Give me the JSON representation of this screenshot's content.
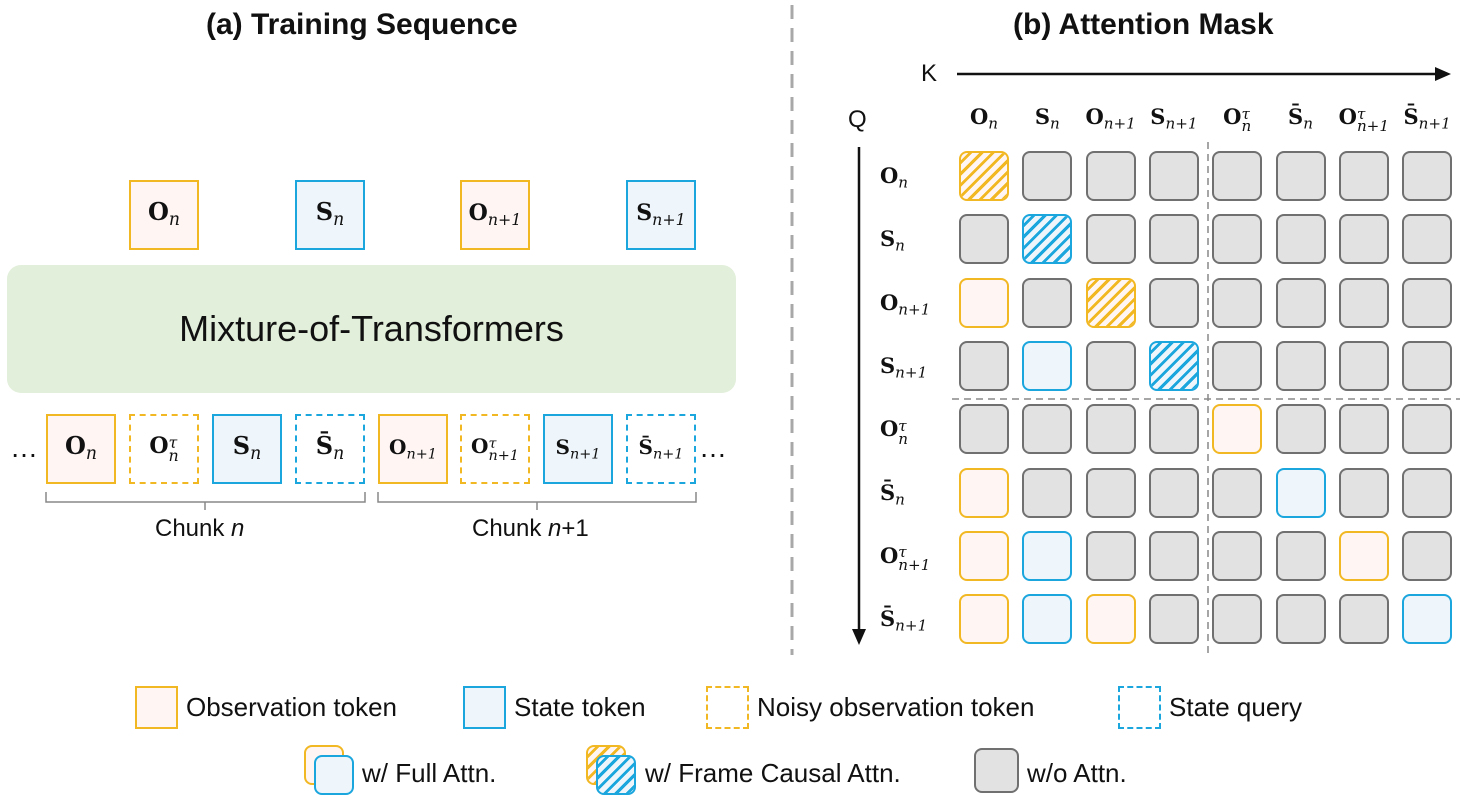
{
  "titles": {
    "left": "(a) Training Sequence",
    "right": "(b) Attention Mask"
  },
  "model_label": "Mixture-of-Transformers",
  "top_tokens": [
    {
      "base": "O",
      "sub": "n"
    },
    {
      "base": "S",
      "sub": "n"
    },
    {
      "base": "O",
      "sub": "n+1"
    },
    {
      "base": "S",
      "sub": "n+1"
    }
  ],
  "sequence": {
    "leading_ellipsis": "…",
    "trailing_ellipsis": "…",
    "tokens": [
      {
        "base": "O",
        "sub": "n",
        "kind": "obs"
      },
      {
        "base": "O",
        "sub": "n",
        "sup": "τ",
        "kind": "noisy-obs"
      },
      {
        "base": "S",
        "sub": "n",
        "kind": "state"
      },
      {
        "base": "S̄",
        "sub": "n",
        "kind": "state-query"
      },
      {
        "base": "O",
        "sub": "n+1",
        "kind": "obs"
      },
      {
        "base": "O",
        "sub": "n+1",
        "sup": "τ",
        "kind": "noisy-obs"
      },
      {
        "base": "S",
        "sub": "n+1",
        "kind": "state"
      },
      {
        "base": "S̄",
        "sub": "n+1",
        "kind": "state-query"
      }
    ],
    "chunk_labels": [
      {
        "prefix": "Chunk ",
        "var": "n",
        "suffix": ""
      },
      {
        "prefix": "Chunk ",
        "var": "n",
        "suffix": "+1"
      }
    ]
  },
  "mask": {
    "k_label": "K",
    "q_label": "Q",
    "labels": [
      {
        "base": "O",
        "sub": "n"
      },
      {
        "base": "S",
        "sub": "n"
      },
      {
        "base": "O",
        "sub": "n+1"
      },
      {
        "base": "S",
        "sub": "n+1"
      },
      {
        "base": "O",
        "sub": "n",
        "sup": "τ"
      },
      {
        "base": "S̄",
        "sub": "n"
      },
      {
        "base": "O",
        "sub": "n+1",
        "sup": "τ"
      },
      {
        "base": "S̄",
        "sub": "n+1"
      }
    ],
    "grid": [
      [
        "ho",
        "g",
        "g",
        "g",
        "g",
        "g",
        "g",
        "g"
      ],
      [
        "g",
        "hs",
        "g",
        "g",
        "g",
        "g",
        "g",
        "g"
      ],
      [
        "o",
        "g",
        "ho",
        "g",
        "g",
        "g",
        "g",
        "g"
      ],
      [
        "g",
        "s",
        "g",
        "hs",
        "g",
        "g",
        "g",
        "g"
      ],
      [
        "g",
        "g",
        "g",
        "g",
        "o",
        "g",
        "g",
        "g"
      ],
      [
        "o",
        "g",
        "g",
        "g",
        "g",
        "s",
        "g",
        "g"
      ],
      [
        "o",
        "s",
        "g",
        "g",
        "g",
        "g",
        "o",
        "g"
      ],
      [
        "o",
        "s",
        "o",
        "g",
        "g",
        "g",
        "g",
        "s"
      ]
    ]
  },
  "legend": {
    "row1": [
      "Observation token",
      "State token",
      "Noisy observation token",
      "State query"
    ],
    "row2": [
      "w/ Full Attn.",
      "w/ Frame Causal Attn.",
      "w/o Attn."
    ]
  },
  "colors": {
    "observation": "#F2B824",
    "state": "#1BA6DE",
    "no_attention": "#E2E2E2",
    "model_box": "#E2EFDA"
  }
}
